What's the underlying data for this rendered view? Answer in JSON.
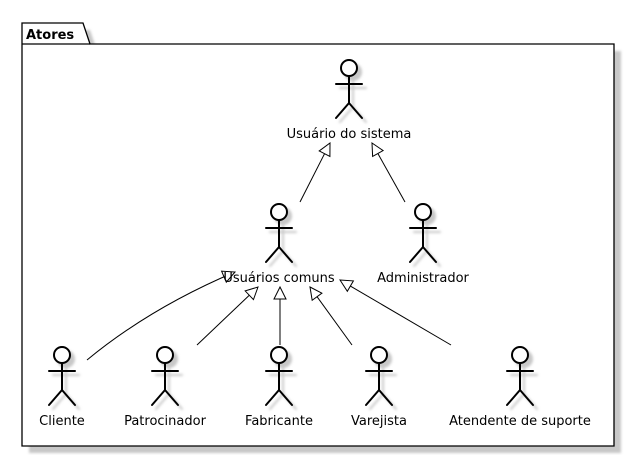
{
  "package": {
    "title": "Atores"
  },
  "actors": {
    "usuario_sistema": "Usuário do sistema",
    "usuarios_comuns": "Usuários comuns",
    "administrador": "Administrador",
    "cliente": "Cliente",
    "patrocinador": "Patrocinador",
    "fabricante": "Fabricante",
    "varejista": "Varejista",
    "atendente": "Atendente de suporte"
  },
  "generalizations": [
    {
      "from": "usuarios_comuns",
      "to": "usuario_sistema"
    },
    {
      "from": "administrador",
      "to": "usuario_sistema"
    },
    {
      "from": "cliente",
      "to": "usuarios_comuns"
    },
    {
      "from": "patrocinador",
      "to": "usuarios_comuns"
    },
    {
      "from": "fabricante",
      "to": "usuarios_comuns"
    },
    {
      "from": "varejista",
      "to": "usuarios_comuns"
    },
    {
      "from": "atendente",
      "to": "usuarios_comuns"
    }
  ],
  "colors": {
    "stroke": "#000000",
    "shadow": "#c8c8c8",
    "background": "#ffffff"
  }
}
